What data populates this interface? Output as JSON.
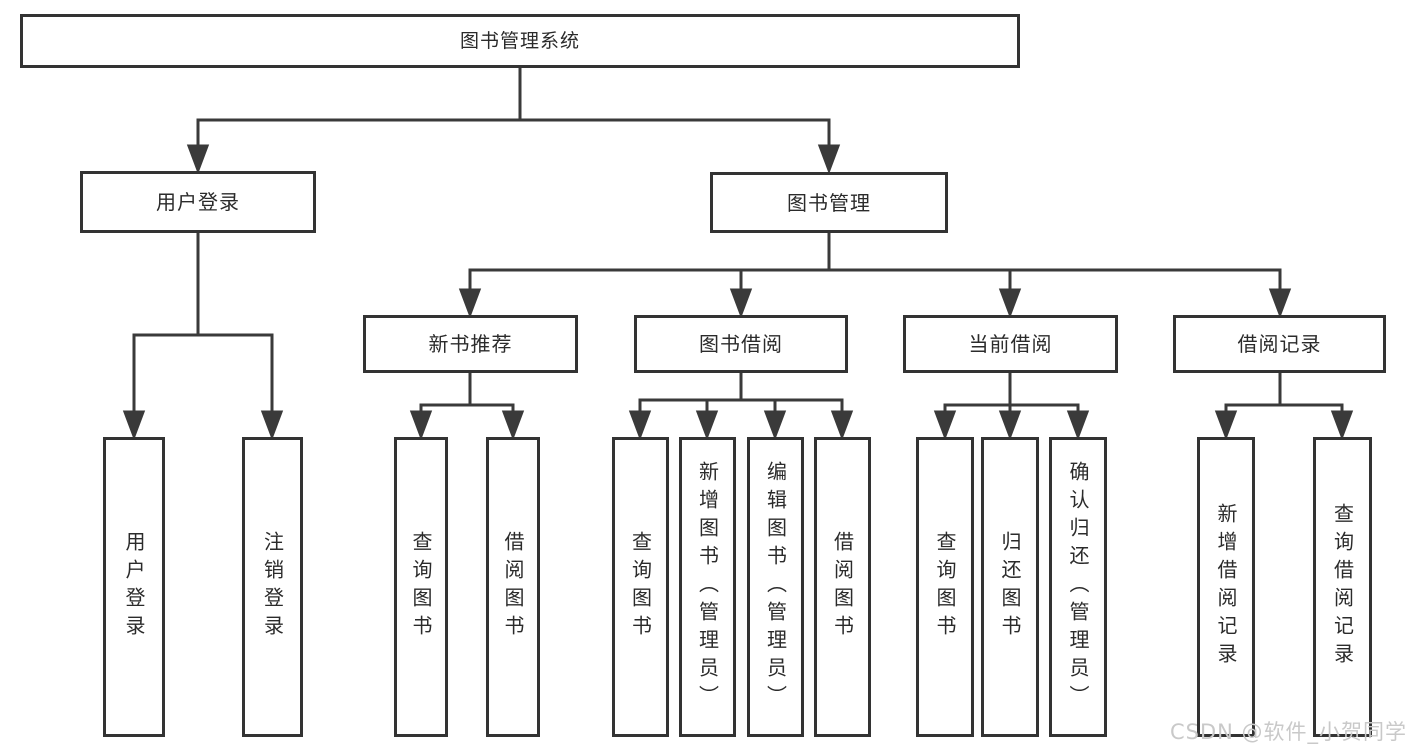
{
  "tree": {
    "root": {
      "label": "图书管理系统"
    },
    "children": [
      {
        "label": "用户登录",
        "children": [
          {
            "label": "用户登录"
          },
          {
            "label": "注销登录"
          }
        ]
      },
      {
        "label": "图书管理",
        "children": [
          {
            "label": "新书推荐",
            "children": [
              {
                "label": "查询图书"
              },
              {
                "label": "借阅图书"
              }
            ]
          },
          {
            "label": "图书借阅",
            "children": [
              {
                "label": "查询图书"
              },
              {
                "label": "新增图书（管理员）"
              },
              {
                "label": "编辑图书（管理员）"
              },
              {
                "label": "借阅图书"
              }
            ]
          },
          {
            "label": "当前借阅",
            "children": [
              {
                "label": "查询图书"
              },
              {
                "label": "归还图书"
              },
              {
                "label": "确认归还（管理员）"
              }
            ]
          },
          {
            "label": "借阅记录",
            "children": [
              {
                "label": "新增借阅记录"
              },
              {
                "label": "查询借阅记录"
              }
            ]
          }
        ]
      }
    ]
  },
  "watermark": "CSDN @软件_小贺同学",
  "colors": {
    "line": "#3a3a3a",
    "box_border": "#333333",
    "text": "#2b2b2b",
    "background": "#ffffff",
    "watermark": "#c9c9c9"
  }
}
